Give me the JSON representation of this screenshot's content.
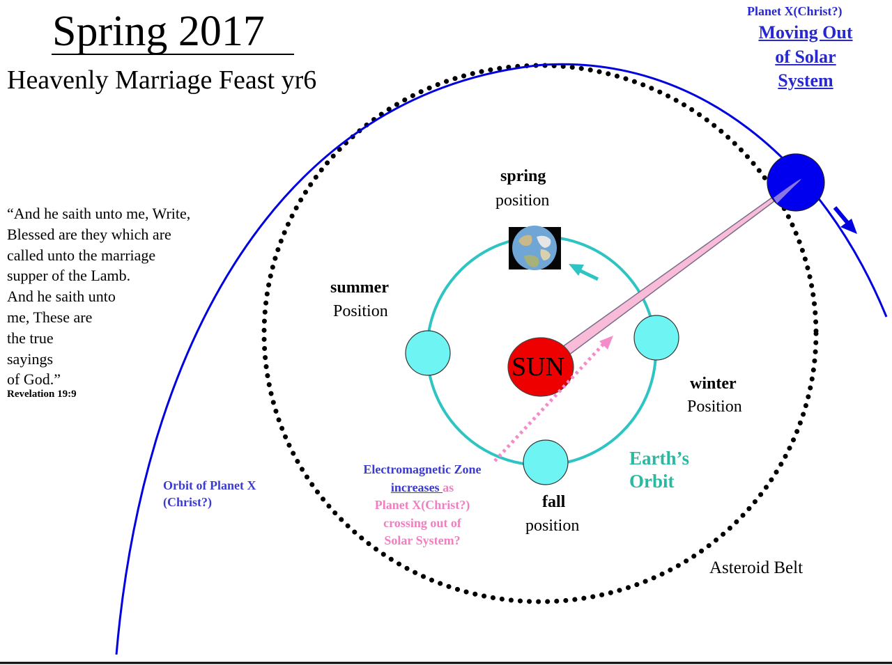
{
  "title": "Spring 2017",
  "subtitle": "Heavenly Marriage Feast yr6",
  "quote": {
    "lines": [
      "“And he saith unto me, Write,",
      "Blessed are they which are",
      "called unto the marriage",
      "supper of the Lamb.",
      "And he saith unto",
      "me, These are",
      "the true",
      "sayings",
      "of God.”"
    ],
    "reference": "Revelation 19:9"
  },
  "planet_x": {
    "heading": "Planet X(Christ?)",
    "moving": [
      "Moving Out",
      "of Solar",
      "System"
    ]
  },
  "seasons": {
    "spring": {
      "bold": "spring",
      "normal": "position"
    },
    "summer": {
      "bold": "summer",
      "normal": "Position"
    },
    "winter": {
      "bold": "winter",
      "normal": "Position"
    },
    "fall": {
      "bold": "fall",
      "normal": "position"
    }
  },
  "sun_label": "SUN",
  "orbit_planet_x": [
    "Orbit of Planet X",
    "(Christ?)"
  ],
  "em_zone": {
    "line1": "Electromagnetic Zone",
    "line2_underlined": "increases ",
    "line2_rest": "as",
    "rest": [
      "Planet X(Christ?)",
      "crossing out of",
      "Solar System?"
    ]
  },
  "earth_orbit": [
    "Earth’s",
    "Orbit"
  ],
  "asteroid_belt": "Asteroid Belt",
  "colors": {
    "planet_x_orbit": "#0000e0",
    "planet_x_body": "#0000ee",
    "earth_orbit": "#2fc4c4",
    "earth_body": "#6ff4f4",
    "sun": "#ee0000",
    "em_zone": "#f9bcd8",
    "em_arrow": "#f48ccc",
    "label_blue": "#2828d0",
    "label_teal": "#2ab8a0"
  }
}
